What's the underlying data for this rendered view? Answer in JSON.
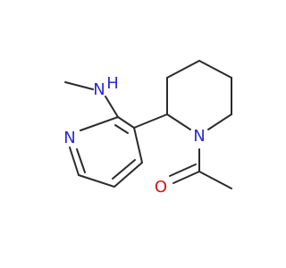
{
  "molecule": {
    "atoms": {
      "nh_n": "N",
      "nh_h": "H",
      "pyridine_n": "N",
      "piperidine_n": "N",
      "carbonyl_o": "O"
    },
    "colors": {
      "bond": "#2b2b2b",
      "nitrogen": "#2a2ad4",
      "oxygen": "#e01010"
    }
  }
}
